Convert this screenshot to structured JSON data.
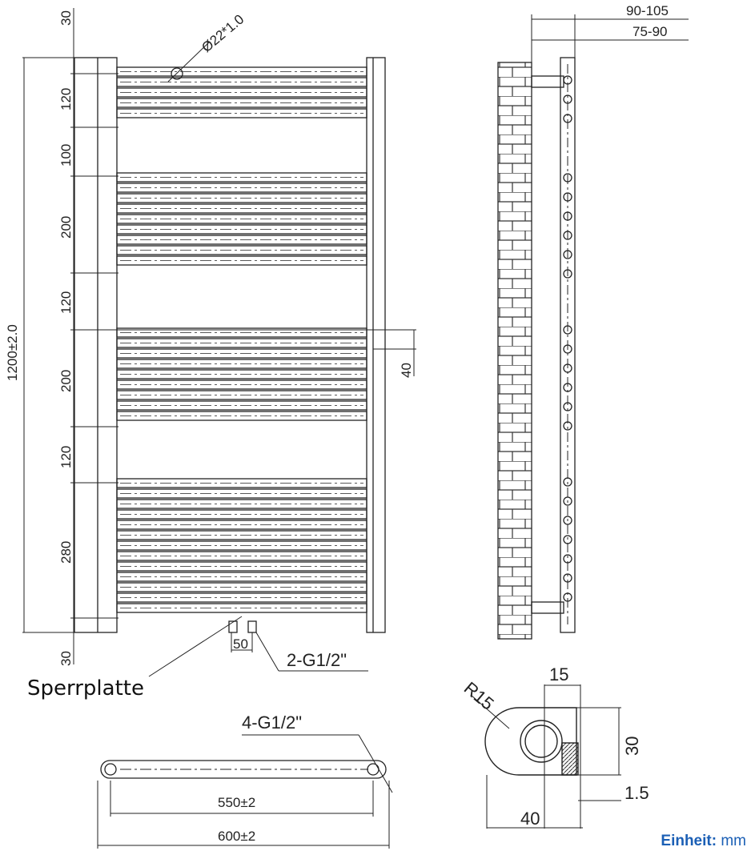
{
  "front_view": {
    "tube_diameter": "Ø22*1.0",
    "height_total": "1200±2.0",
    "spacing_top": "30",
    "spacing_1": "120",
    "spacing_2": "100",
    "spacing_3": "200",
    "spacing_4": "120",
    "spacing_5": "200",
    "spacing_6": "120",
    "spacing_7": "280",
    "spacing_bottom": "30",
    "offset_right": "40",
    "connection_spacing": "50",
    "connections": "2-G1/2\"",
    "blanking_plate": "Sperrplatte"
  },
  "side_view": {
    "wall_distance_outer": "90-105",
    "wall_distance_inner": "75-90"
  },
  "top_view": {
    "connections": "4-G1/2\"",
    "width_inner": "550±2",
    "width_outer": "600±2"
  },
  "profile_view": {
    "radius": "R15",
    "width_top": "15",
    "height": "30",
    "wall": "1.5",
    "width": "40"
  },
  "unit": {
    "label": "Einheit:",
    "value": "mm"
  }
}
